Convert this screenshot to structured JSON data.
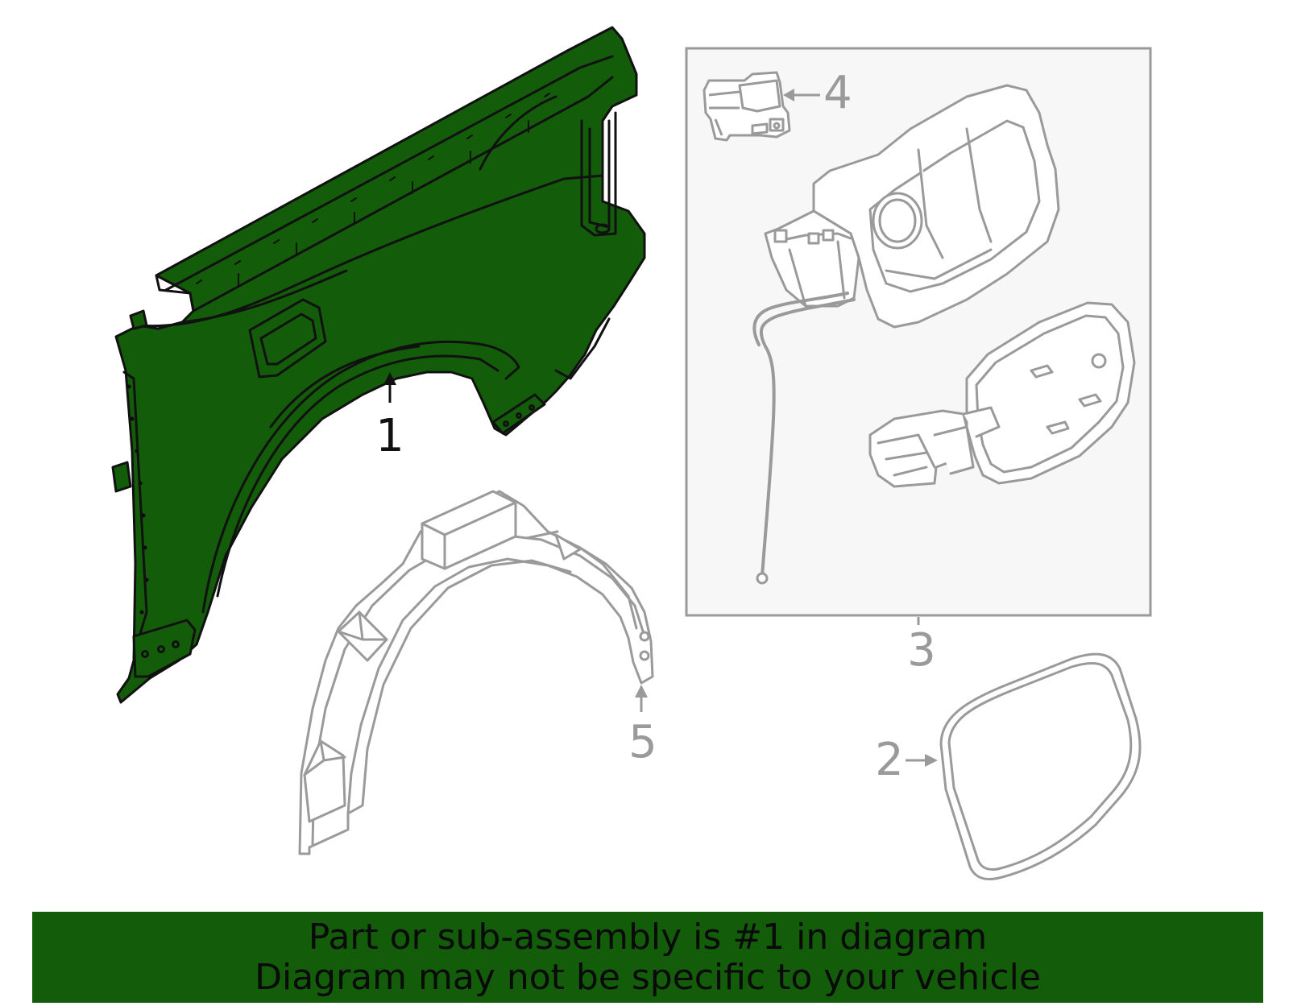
{
  "diagram": {
    "callouts": [
      {
        "id": "1",
        "label": "1",
        "highlighted": true
      },
      {
        "id": "2",
        "label": "2",
        "highlighted": false
      },
      {
        "id": "3",
        "label": "3",
        "highlighted": false
      },
      {
        "id": "4",
        "label": "4",
        "highlighted": false
      },
      {
        "id": "5",
        "label": "5",
        "highlighted": false
      }
    ],
    "highlight_color": "#125c0a",
    "inactive_line_color": "#9a9a9a",
    "active_line_color": "#111111"
  },
  "banner": {
    "line1": "Part or sub-assembly is #1 in diagram",
    "line2": "Diagram may not be specific to your vehicle",
    "background": "#125c0a"
  }
}
